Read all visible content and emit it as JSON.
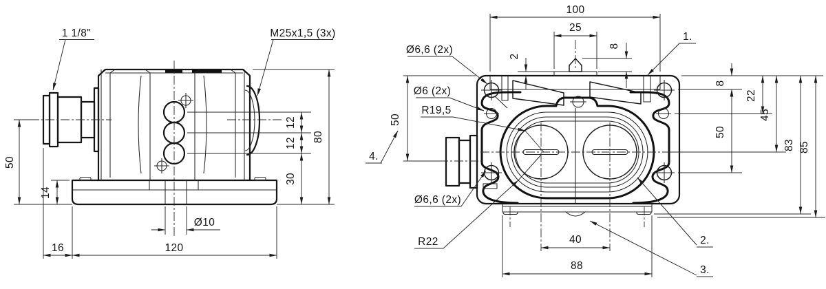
{
  "side": {
    "labels": {
      "connector": "1 1/8\"",
      "cable_gland": "M25x1,5 (3x)"
    },
    "dims": {
      "axis_height": "50",
      "foot_height": "14",
      "overhang": "16",
      "base_width": "120",
      "center_hole": "Ø10",
      "pitch_a": "12",
      "pitch_b": "12",
      "bottom_offset": "30",
      "body_height": "80"
    }
  },
  "front": {
    "labels": {
      "mount_hole_top": "Ø6,6 (2x)",
      "pin_hole": "Ø6 (2x)",
      "radius_inner": "R19,5",
      "mount_hole_bottom": "Ø6,6 (2x)",
      "radius_outer": "R22"
    },
    "dims": {
      "plate_width": "100",
      "boss_width": "25",
      "rim_height": "2",
      "pointer_height": "8",
      "plate_thickness": "8",
      "hole_depth": "22",
      "shaft_depth": "45",
      "screw_spacing": "50",
      "height_a": "83",
      "height_b": "85",
      "side_height": "50",
      "shaft_spacing": "40",
      "base_width": "88"
    },
    "callouts": {
      "c1": "1.",
      "c2": "2.",
      "c3": "3.",
      "c4": "4."
    }
  }
}
